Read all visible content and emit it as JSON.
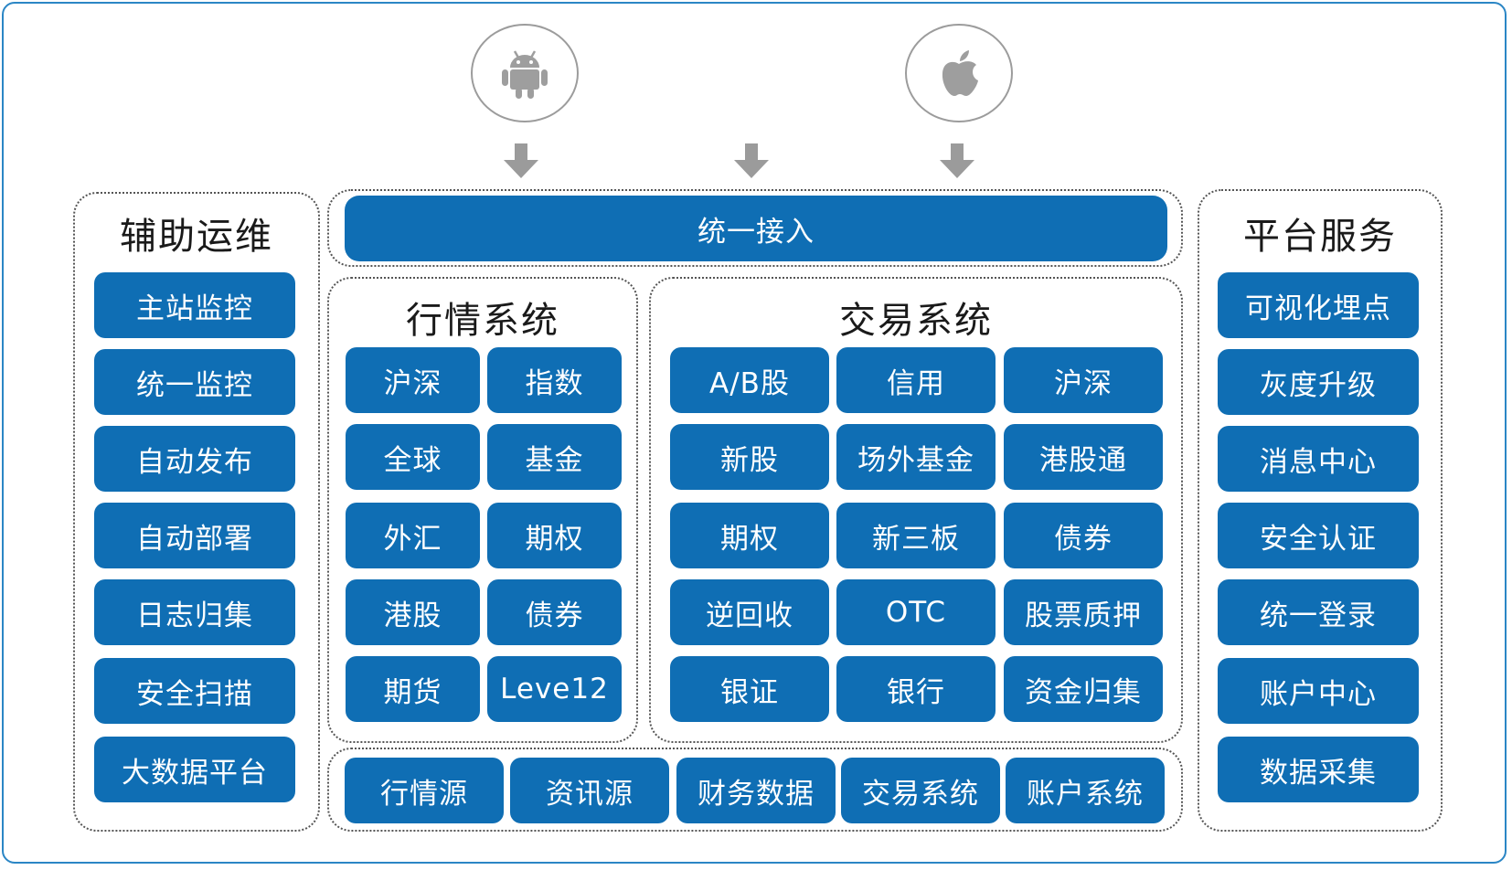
{
  "top_platforms": [
    {
      "icon": "android-icon"
    },
    {
      "icon": "apple-icon"
    }
  ],
  "gateway": {
    "label": "统一接入"
  },
  "left_panel": {
    "title": "辅助运维",
    "items": [
      "主站监控",
      "统一监控",
      "自动发布",
      "自动部署",
      "日志归集",
      "安全扫描",
      "大数据平台"
    ]
  },
  "market_system": {
    "title": "行情系统",
    "items": [
      "沪深",
      "指数",
      "全球",
      "基金",
      "外汇",
      "期权",
      "港股",
      "债券",
      "期货",
      "Leve12"
    ]
  },
  "trade_system": {
    "title": "交易系统",
    "items": [
      "A/B股",
      "信用",
      "沪深",
      "新股",
      "场外基金",
      "港股通",
      "期权",
      "新三板",
      "债券",
      "逆回收",
      "OTC",
      "股票质押",
      "银证",
      "银行",
      "资金归集"
    ]
  },
  "data_sources": {
    "items": [
      "行情源",
      "资讯源",
      "财务数据",
      "交易系统",
      "账户系统"
    ]
  },
  "right_panel": {
    "title": "平台服务",
    "items": [
      "可视化埋点",
      "灰度升级",
      "消息中心",
      "安全认证",
      "统一登录",
      "账户中心",
      "数据采集"
    ]
  },
  "colors": {
    "button": "#0f6eb4",
    "frame": "#2b86c5",
    "arrow": "#9b9b9b"
  }
}
